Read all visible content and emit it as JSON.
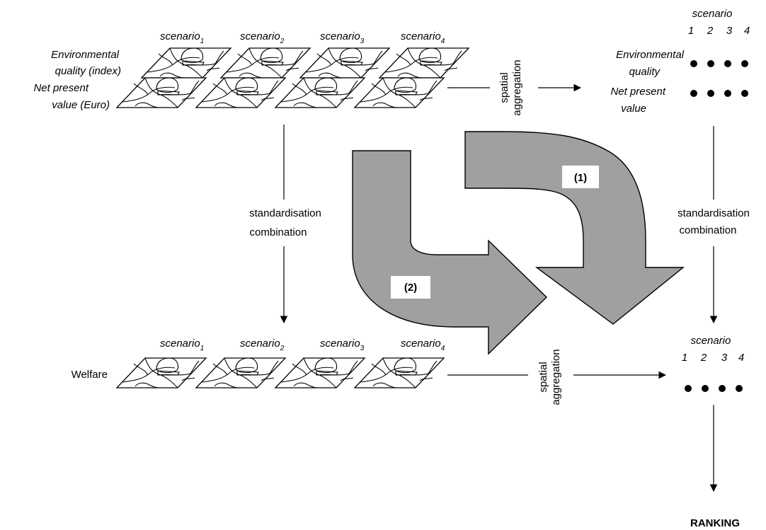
{
  "top_row": {
    "scenario_word": "scenario",
    "subscripts": [
      "1",
      "2",
      "3",
      "4"
    ],
    "layer_labels": {
      "environmental": [
        "Environmental",
        "quality (index)"
      ],
      "npv": [
        "Net present",
        "value (Euro)"
      ]
    }
  },
  "bottom_row": {
    "scenario_word": "scenario",
    "subscripts": [
      "1",
      "2",
      "3",
      "4"
    ],
    "welfare_label": "Welfare"
  },
  "top_right": {
    "header": "scenario",
    "numbers": [
      "1",
      "2",
      "3",
      "4"
    ],
    "environmental_label": [
      "Environmental",
      "quality"
    ],
    "npv_label": [
      "Net present",
      "value"
    ]
  },
  "bottom_right": {
    "header": "scenario",
    "numbers": [
      "1",
      "2",
      "3",
      "4"
    ]
  },
  "steps": {
    "spatial_top": [
      "spatial",
      "aggregation"
    ],
    "spatial_bottom": [
      "spatial",
      "aggregation"
    ],
    "standard_left": [
      "standardisation",
      "combination"
    ],
    "standard_right": [
      "standardisation",
      "combination"
    ]
  },
  "paths": {
    "path1_label": "(1)",
    "path2_label": "(2)",
    "arrow_fill": "#a0a0a0"
  },
  "ranking": "RANKING"
}
